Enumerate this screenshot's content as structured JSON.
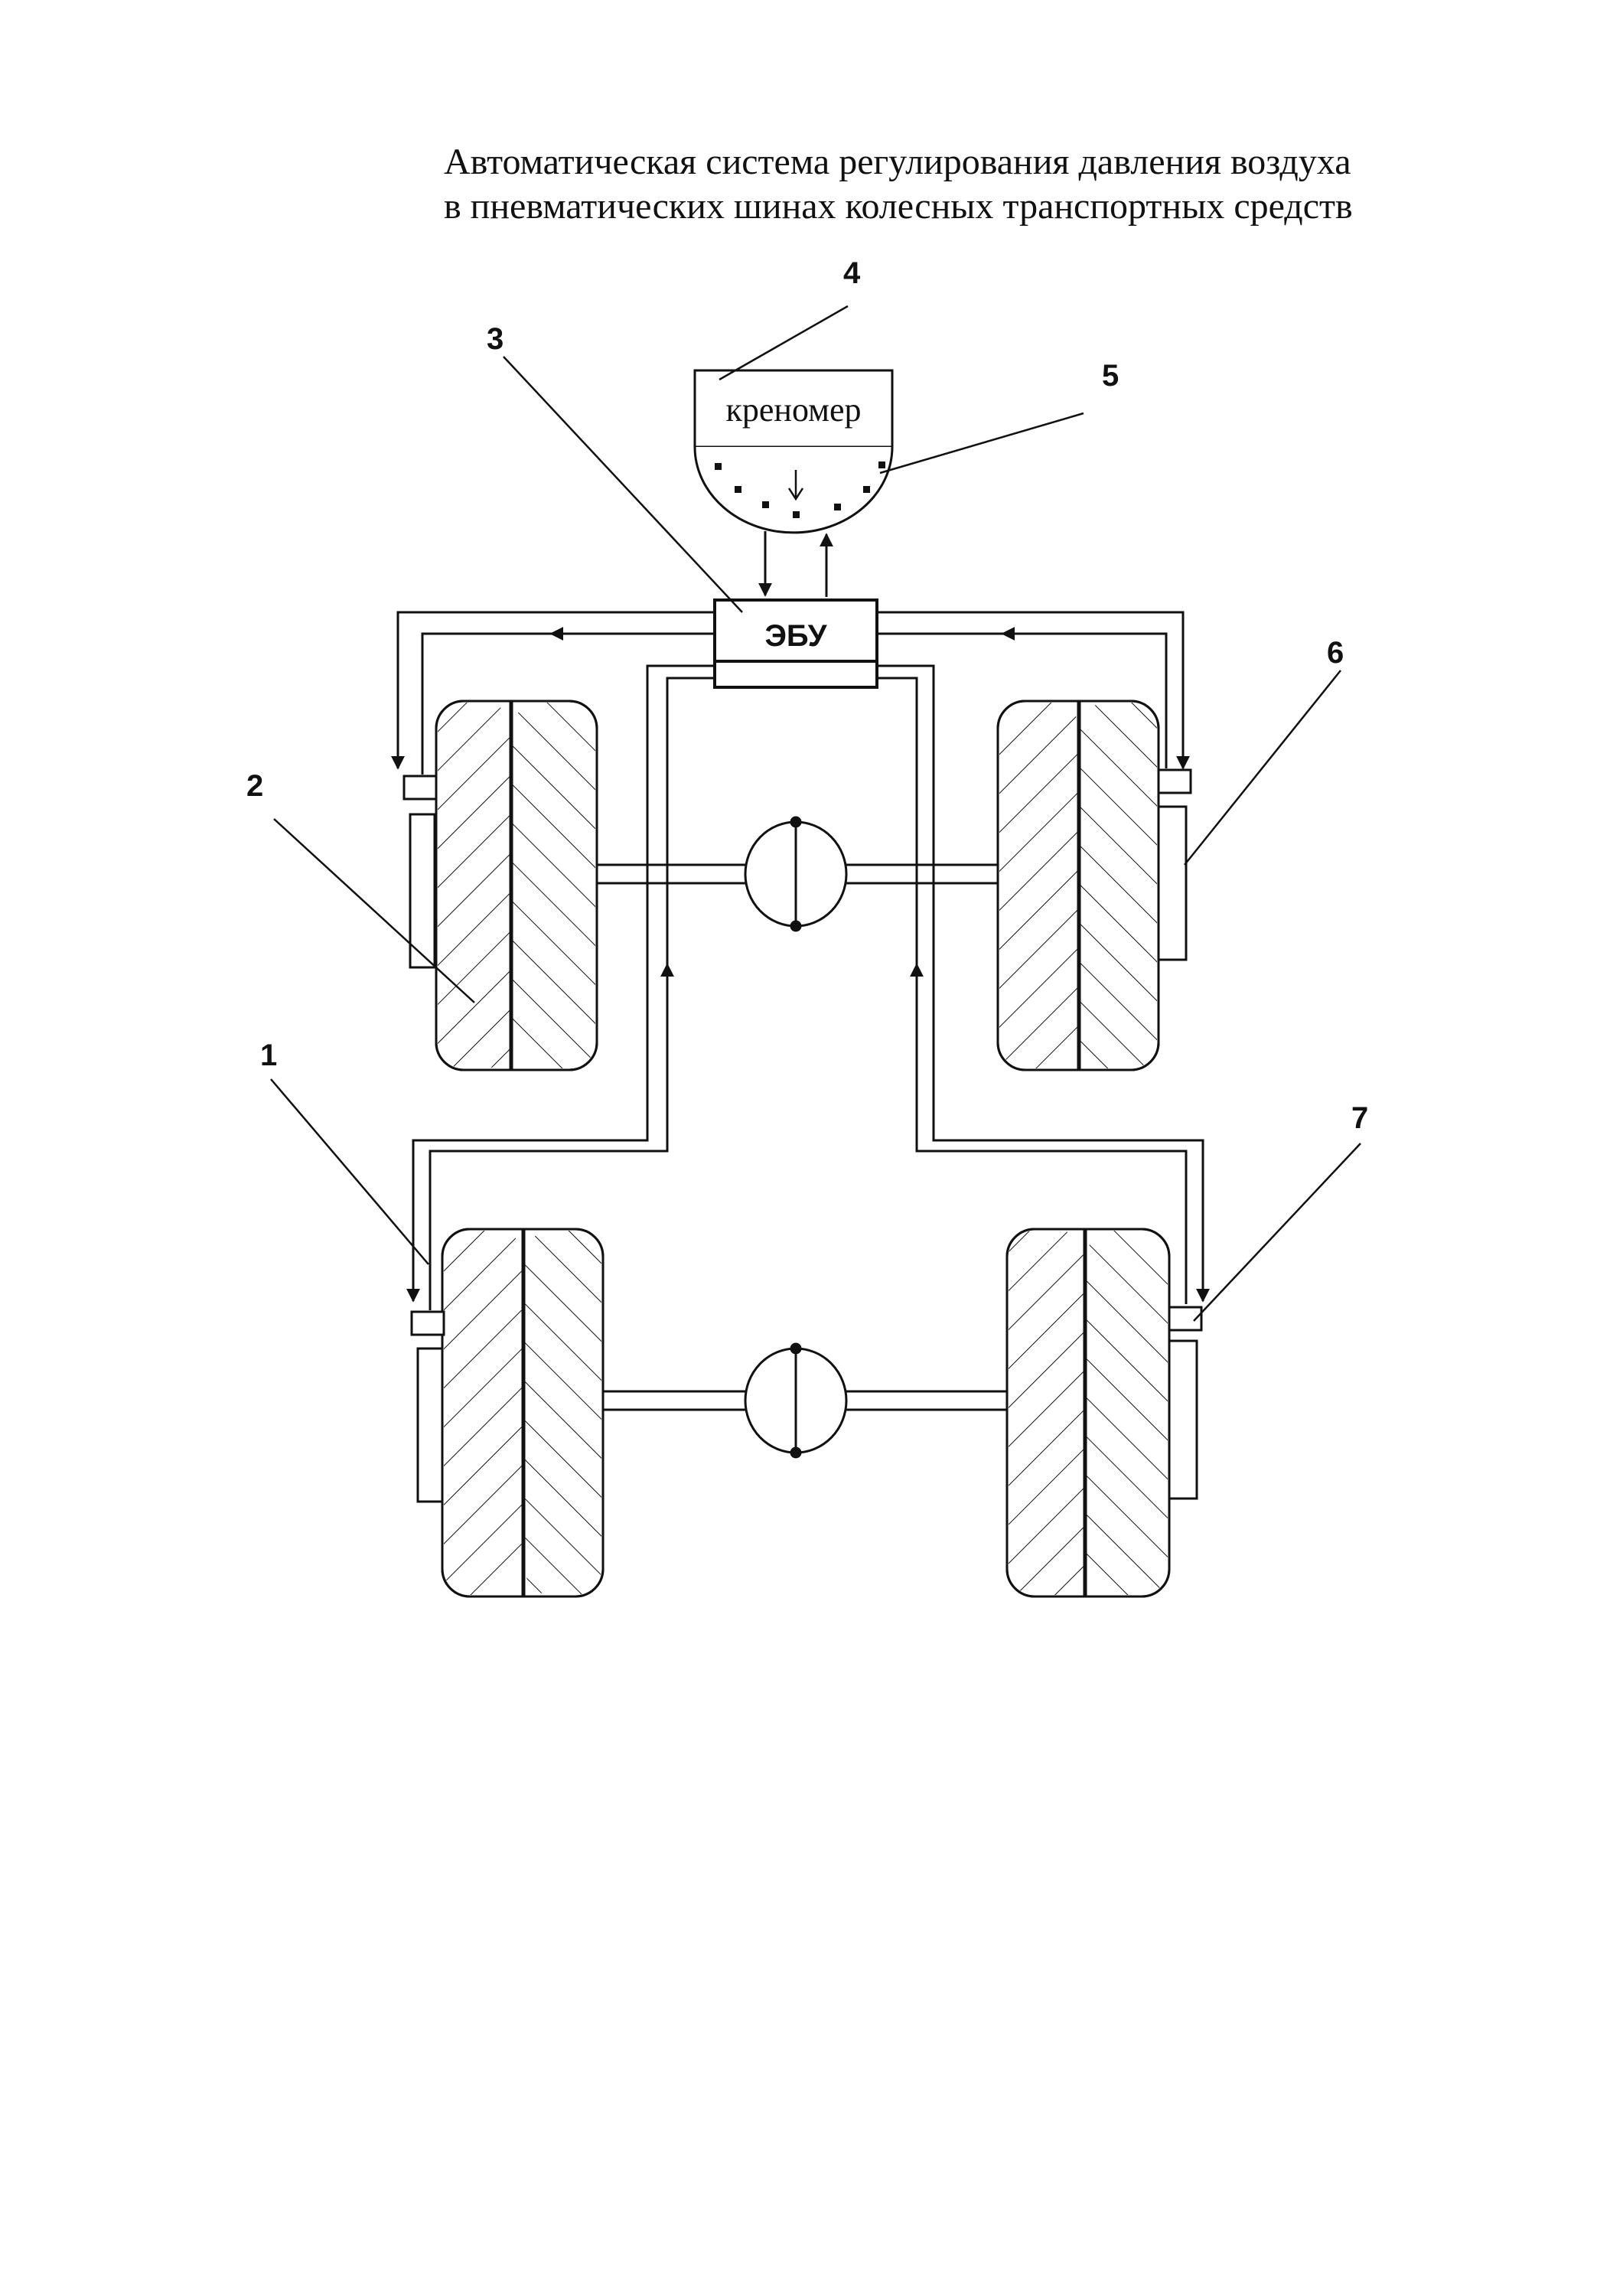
{
  "title": {
    "line1": "Автоматическая система регулирования давления воздуха",
    "line2": "в пневматических шинах колесных транспортных средств"
  },
  "blocks": {
    "inclinometer": "креномер",
    "ecu": "ЭБУ"
  },
  "callouts": [
    "1",
    "2",
    "3",
    "4",
    "5",
    "6",
    "7"
  ],
  "colors": {
    "ink": "#111111",
    "paper": "#ffffff"
  }
}
